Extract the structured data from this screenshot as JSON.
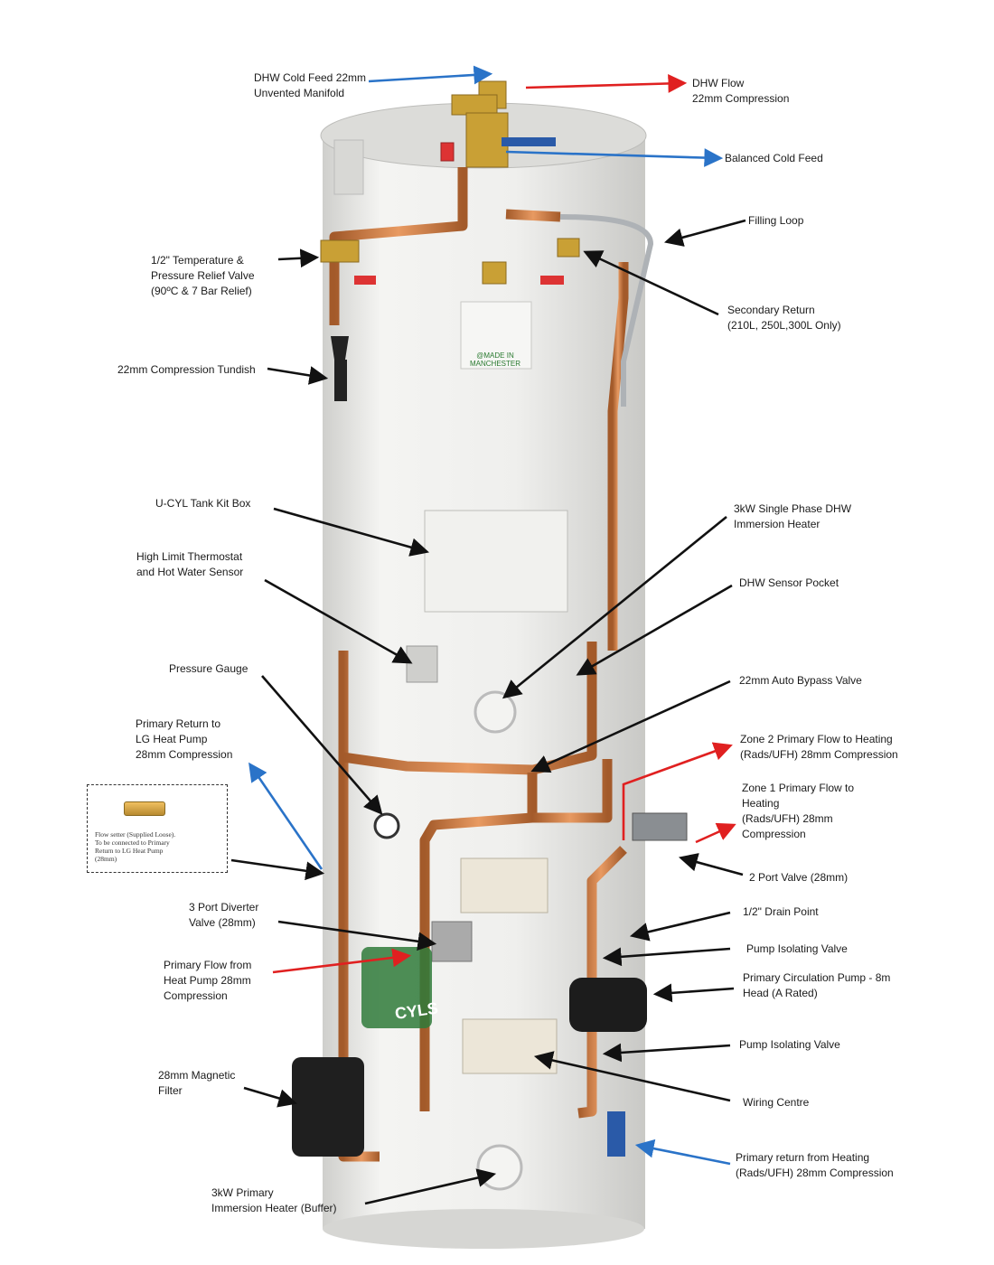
{
  "cylinder": {
    "badge_text": "@MADE IN\nMANCHESTER",
    "brand_text": "CYLS"
  },
  "labels": {
    "cold_feed": "DHW Cold Feed 22mm\nUnvented Manifold",
    "dhw_flow": "DHW Flow\n22mm Compression",
    "balanced_cold": "Balanced Cold Feed",
    "filling_loop": "Filling Loop",
    "tp_relief": "1/2\" Temperature &\nPressure Relief Valve\n(90ºC & 7 Bar Relief)",
    "secondary_return": "Secondary Return\n(210L, 250L,300L Only)",
    "tundish": "22mm Compression Tundish",
    "kit_box": "U-CYL Tank Kit Box",
    "dhw_immersion": "3kW Single Phase DHW\nImmersion Heater",
    "high_limit": "High Limit Thermostat\nand Hot Water Sensor",
    "sensor_pocket": "DHW Sensor Pocket",
    "pressure_gauge": "Pressure Gauge",
    "auto_bypass": "22mm Auto Bypass Valve",
    "primary_return_lg": "Primary Return to\nLG Heat Pump\n28mm Compression",
    "zone2": "Zone 2 Primary Flow to Heating\n(Rads/UFH) 28mm Compression",
    "zone1": "Zone 1 Primary Flow to\nHeating\n(Rads/UFH) 28mm\nCompression",
    "two_port": "2 Port Valve (28mm)",
    "three_port": "3 Port Diverter\nValve (28mm)",
    "drain_point": "1/2\" Drain Point",
    "pump_iso_1": "Pump Isolating  Valve",
    "primary_flow_hp": "Primary Flow from\nHeat Pump  28mm\nCompression",
    "circ_pump": "Primary Circulation Pump - 8m\nHead (A Rated)",
    "pump_iso_2": "Pump Isolating Valve",
    "mag_filter": "28mm Magnetic\nFilter",
    "wiring_centre": "Wiring Centre",
    "primary_immersion": "3kW Primary\nImmersion Heater (Buffer)",
    "primary_return_heating": "Primary return from Heating\n(Rads/UFH) 28mm Compression"
  },
  "flow_setter_note": "Flow setter (Supplied Loose).\nTo be connected to Primary\nReturn to LG Heat Pump\n(28mm)",
  "colors": {
    "arrow_black": "#111111",
    "arrow_red": "#e02020",
    "arrow_blue": "#2a73c8",
    "copper": "#c8703a",
    "brass": "#c9a035",
    "cylinder": "#eeeeec"
  }
}
